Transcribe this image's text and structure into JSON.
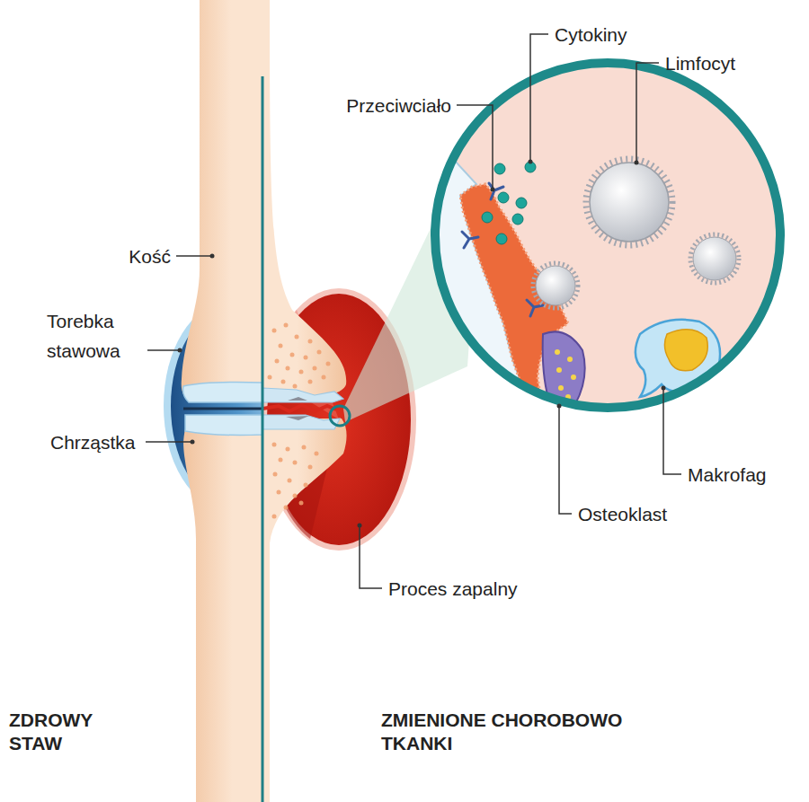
{
  "diagram": {
    "labels": [
      "Cytokiny",
      "Limfocyt",
      "Przeciwciało",
      "Kość",
      "Torebka stawowa",
      "Chrząstka",
      "Proces zapalny",
      "Osteoklast",
      "Makrofag",
      "ZDROWY STAW",
      "ZMIENIONE CHOROBOWO TKANKI"
    ]
  }
}
